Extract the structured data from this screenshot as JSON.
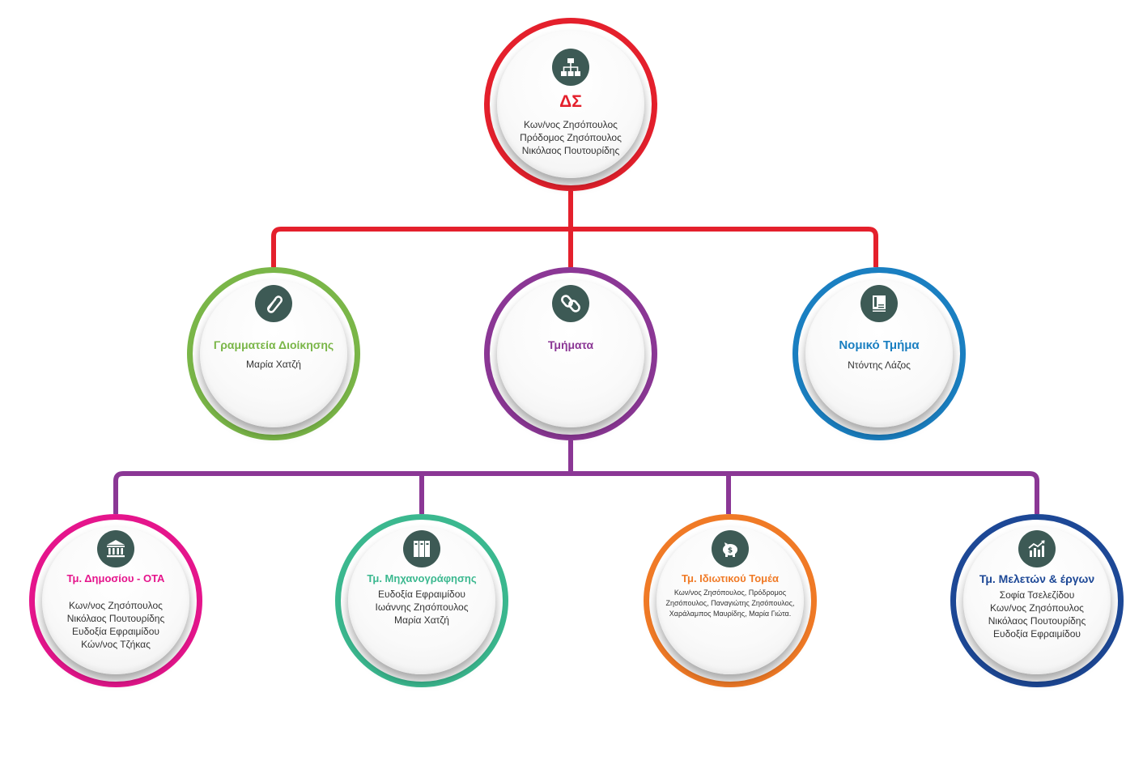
{
  "board": {
    "title": "ΔΣ",
    "people": [
      "Κων/νος Ζησόπουλος",
      "Πρόδομος Ζησόπουλος",
      "Νικόλαος Πουτουρίδης"
    ],
    "color": "#e4202c",
    "icon": "org-chart-icon"
  },
  "secretariat": {
    "title": "Γραμματεία Διοίκησης",
    "people": [
      "Μαρία Χατζή"
    ],
    "color": "#7ab648",
    "icon": "paperclip-icon"
  },
  "departments": {
    "title": "Τμήματα",
    "color": "#8b3795",
    "icon": "chain-link-icon"
  },
  "legal": {
    "title": "Νομικό Τμήμα",
    "people": [
      "Ντόντης Λάζος"
    ],
    "color": "#1a7fc1",
    "icon": "book-icon"
  },
  "public_sector": {
    "title": "Τμ. Δημοσίου - ΟΤΑ",
    "people": [
      "Κων/νος Ζησόπουλος",
      "Νικόλαος Πουτουρίδης",
      "Ευδοξία Εφραιμίδου",
      "Κών/νος Τζήκας"
    ],
    "color": "#e5158c",
    "icon": "government-building-icon"
  },
  "computing": {
    "title": "Τμ. Μηχανογράφησης",
    "people": [
      "Ευδοξία Εφραιμίδου",
      "Ιωάννης Ζησόπουλος",
      "Μαρία Χατζή"
    ],
    "color": "#3bb88f",
    "icon": "binders-icon"
  },
  "private_sector": {
    "title": "Τμ. Ιδιωτικού Τομέα",
    "people_text": "Κων/νος Ζησόπουλος, Πρόδρομος Ζησόπουλος, Παναγιώτης Ζησόπουλος, Χαράλαμπος Μαυρίδης, Μαρία Γιώτα.",
    "color": "#f07a26",
    "icon": "piggy-bank-icon"
  },
  "studies": {
    "title": "Τμ. Μελετών & έργων",
    "people": [
      "Σοφία Τσελεζίδου",
      "Κων/νος Ζησόπουλος",
      "Νικόλαος Πουτουρίδης",
      "Ευδοξία Εφραιμίδου"
    ],
    "color": "#1d4896",
    "icon": "growth-chart-icon"
  },
  "connector_colors": {
    "top": "#e4202c",
    "bottom": "#8b3795"
  }
}
